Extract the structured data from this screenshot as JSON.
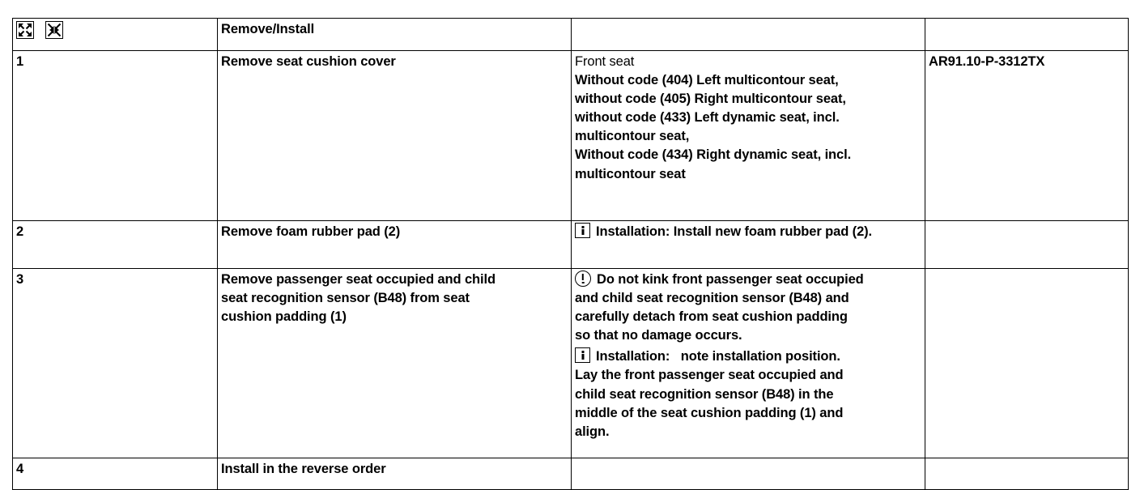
{
  "document": {
    "type": "workshop-procedure-table",
    "columns": [
      "step",
      "operation",
      "note",
      "reference"
    ]
  },
  "header_row": {
    "icons": [
      {
        "name": "expand-arrows-icon",
        "meaning": "Remove"
      },
      {
        "name": "collapse-arrows-icon",
        "meaning": "Install"
      }
    ],
    "operation": "Remove/Install",
    "note": "",
    "reference": ""
  },
  "rows": [
    {
      "step": "1",
      "operation": "Remove seat cushion cover",
      "note_lines": [
        "Front seat",
        "Without code (404) Left multicontour seat,",
        "without code (405) Right multicontour seat,",
        "without code (433) Left dynamic seat, incl.",
        "multicontour seat,",
        "Without code (434) Right dynamic seat, incl.",
        "multicontour seat"
      ],
      "reference": "AR91.10-P-3312TX"
    },
    {
      "step": "2",
      "operation": "Remove foam rubber pad (2)",
      "notes": [
        {
          "icon": "info-icon",
          "label": "Installation:",
          "text": "Install new foam rubber pad (2)."
        }
      ],
      "reference": ""
    },
    {
      "step": "3",
      "operation_lines": [
        "Remove passenger seat occupied and child",
        "seat recognition sensor (B48) from seat",
        "cushion padding (1)"
      ],
      "notes": [
        {
          "icon": "caution-icon",
          "label": "",
          "lead": "Do not kink front passenger seat occupied",
          "lines": [
            "and child seat recognition sensor (B48) and",
            "carefully detach from seat cushion padding",
            "so that no damage occurs."
          ]
        },
        {
          "icon": "info-icon",
          "label": "Installation:",
          "lead": "note installation position.",
          "lines": [
            "Lay the front passenger seat occupied and",
            "child seat recognition sensor (B48) in the",
            "middle of the seat cushion padding (1) and",
            "align."
          ]
        }
      ],
      "reference": ""
    },
    {
      "step": "4",
      "operation": "Install in the reverse order",
      "note": "",
      "reference": ""
    }
  ],
  "colors": {
    "background": "#ffffff",
    "text": "#000000",
    "border": "#000000"
  }
}
